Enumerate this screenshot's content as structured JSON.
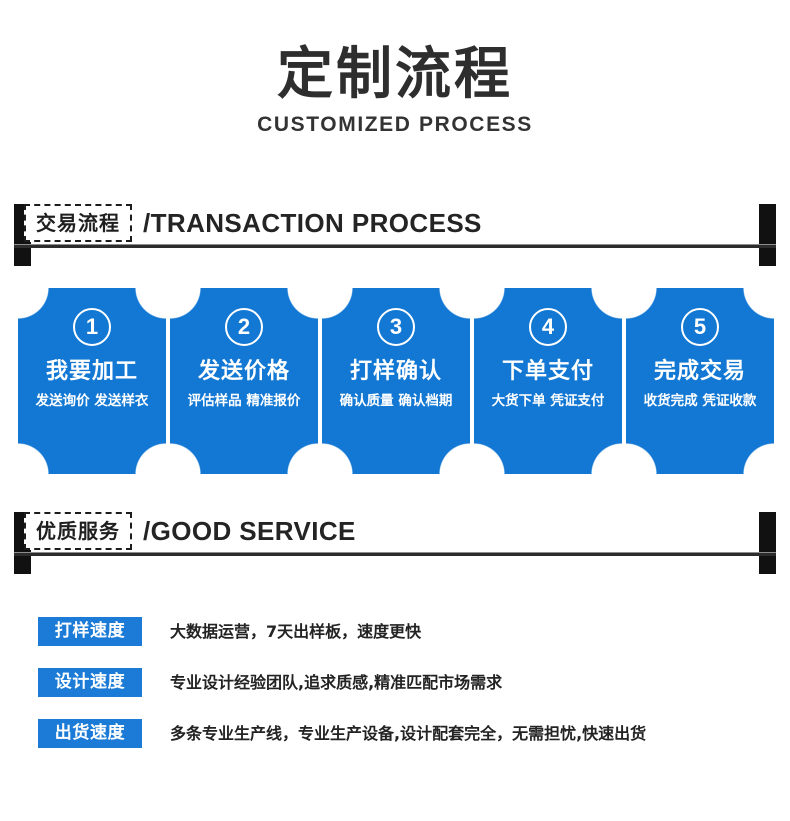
{
  "page": {
    "title_cn": "定制流程",
    "title_en": "CUSTOMIZED PROCESS",
    "background": "#ffffff",
    "accent_blue": "#1278d4",
    "badge_blue": "#1b7bd6",
    "bar_black": "#111111"
  },
  "sections": [
    {
      "tag_cn": "交易流程",
      "tag_en": "/TRANSACTION PROCESS"
    },
    {
      "tag_cn": "优质服务",
      "tag_en": "/GOOD SERVICE"
    }
  ],
  "steps": [
    {
      "number": "1",
      "title": "我要加工",
      "subtitle": "发送询价 发送样衣"
    },
    {
      "number": "2",
      "title": "发送价格",
      "subtitle": "评估样品 精准报价"
    },
    {
      "number": "3",
      "title": "打样确认",
      "subtitle": "确认质量 确认档期"
    },
    {
      "number": "4",
      "title": "下单支付",
      "subtitle": "大货下单 凭证支付"
    },
    {
      "number": "5",
      "title": "完成交易",
      "subtitle": "收货完成 凭证收款"
    }
  ],
  "services": [
    {
      "label": "打样速度",
      "text": "大数据运营，7天出样板，速度更快"
    },
    {
      "label": "设计速度",
      "text": "专业设计经验团队,追求质感,精准匹配市场需求"
    },
    {
      "label": "出货速度",
      "text": "多条专业生产线，专业生产设备,设计配套完全，无需担忧,快速出货"
    }
  ]
}
